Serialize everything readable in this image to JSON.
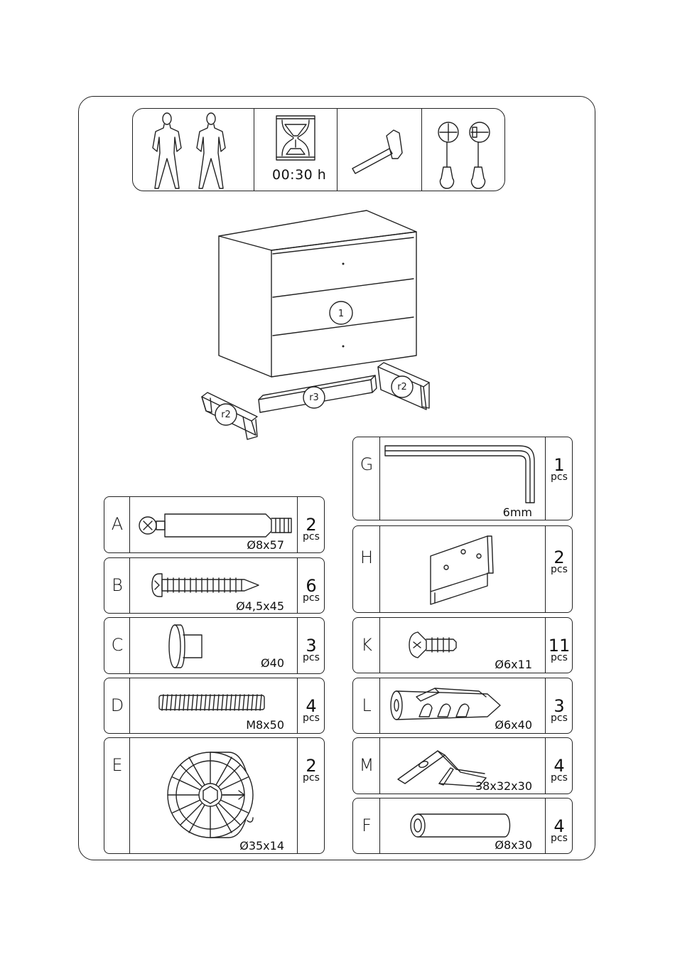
{
  "requirements": {
    "people_count": 2,
    "time": "00:30 h",
    "tools": [
      "hammer-icon",
      "phillips-screwdriver-icon",
      "flat-screwdriver-icon"
    ]
  },
  "assembly": {
    "main_part": "1",
    "side_rails": "r2",
    "front_rail": "r3"
  },
  "parts": [
    {
      "id": "A",
      "qty": "2",
      "unit": "pcs",
      "dim": "Ø8x57",
      "icon": "connector-bolt-icon"
    },
    {
      "id": "B",
      "qty": "6",
      "unit": "pcs",
      "dim": "Ø4,5x45",
      "icon": "wood-screw-icon"
    },
    {
      "id": "C",
      "qty": "3",
      "unit": "pcs",
      "dim": "Ø40",
      "icon": "knob-icon"
    },
    {
      "id": "D",
      "qty": "4",
      "unit": "pcs",
      "dim": "M8x50",
      "icon": "threaded-rod-icon"
    },
    {
      "id": "E",
      "qty": "2",
      "unit": "pcs",
      "dim": "Ø35x14",
      "icon": "cam-lock-icon"
    },
    {
      "id": "G",
      "qty": "1",
      "unit": "pcs",
      "dim": "6mm",
      "icon": "allen-key-icon"
    },
    {
      "id": "H",
      "qty": "2",
      "unit": "pcs",
      "dim": "",
      "icon": "hanging-bracket-icon"
    },
    {
      "id": "K",
      "qty": "11",
      "unit": "pcs",
      "dim": "Ø6x11",
      "icon": "machine-screw-icon"
    },
    {
      "id": "L",
      "qty": "3",
      "unit": "pcs",
      "dim": "Ø6x40",
      "icon": "wall-plug-icon"
    },
    {
      "id": "M",
      "qty": "4",
      "unit": "pcs",
      "dim": "38x32x30",
      "icon": "drawer-stop-clip-icon"
    },
    {
      "id": "F",
      "qty": "4",
      "unit": "pcs",
      "dim": "Ø8x30",
      "icon": "wooden-dowel-icon"
    }
  ]
}
